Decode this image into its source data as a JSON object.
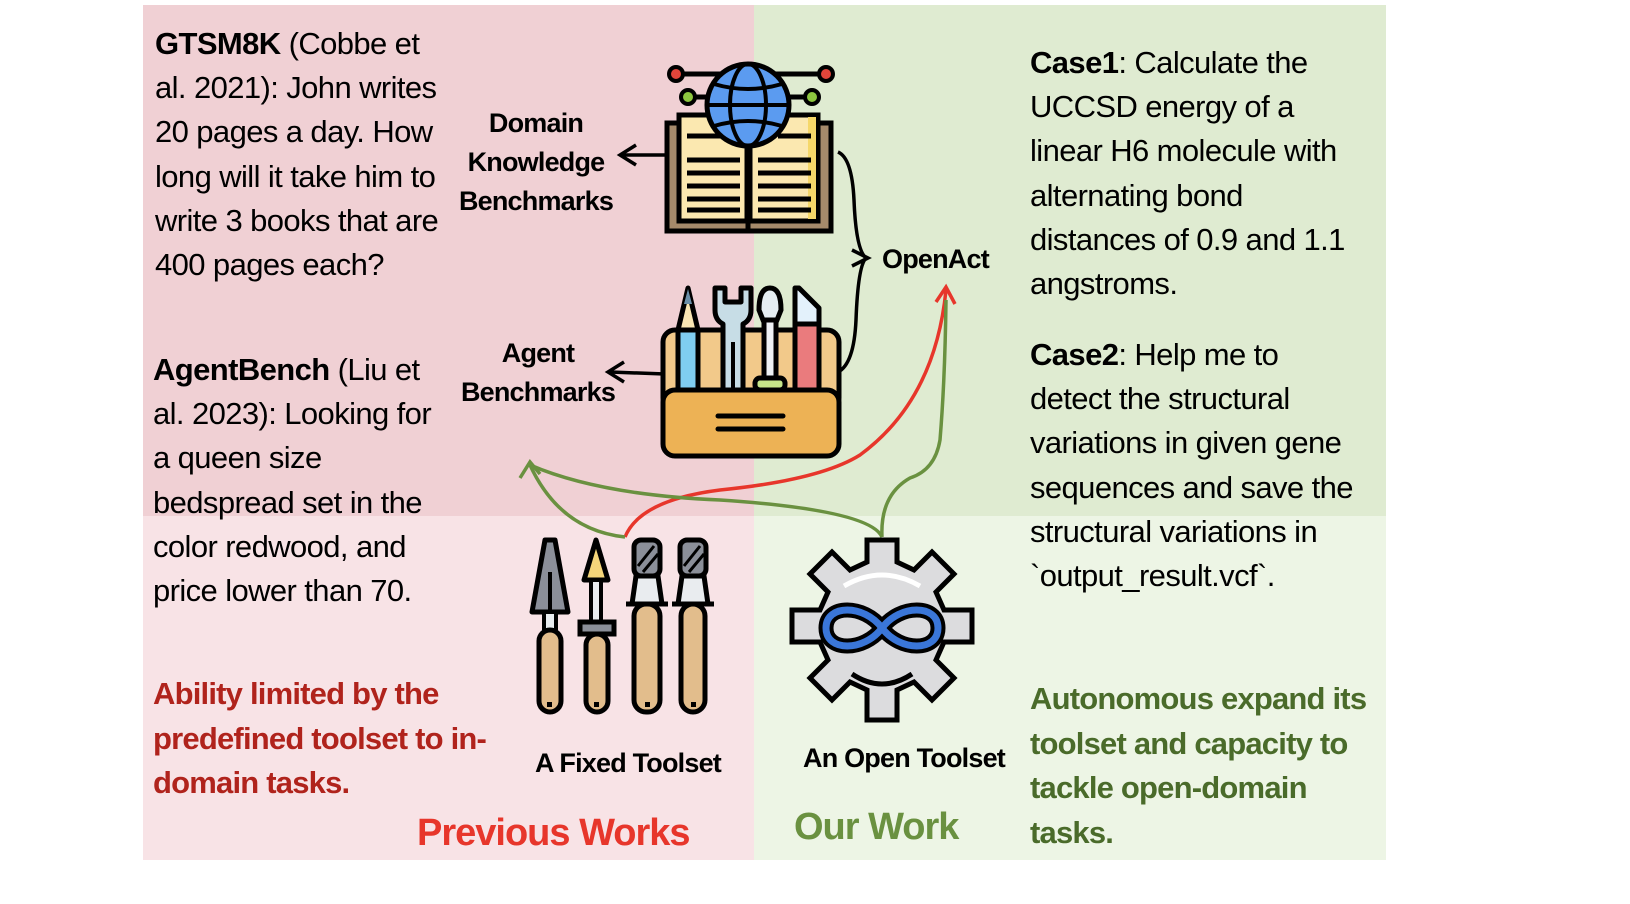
{
  "quadrants": {
    "top_left_color": "#f0d0d4",
    "bottom_left_color": "#f8e3e6",
    "top_right_color": "#dfebd1",
    "bottom_right_color": "#edf5e5"
  },
  "previous_works": {
    "example1": {
      "name": "GTSM8K",
      "citation": " (Cobbe et al. 2021): ",
      "text": "John writes 20 pages a day. How long will it take him to write 3 books that are 400 pages each?"
    },
    "example2": {
      "name": "AgentBench",
      "citation": " (Liu et al. 2023): ",
      "text": "Looking for a queen size bedspread set in the color redwood, and price lower than 70."
    },
    "limitation": "Ability limited by the predefined toolset to in-domain tasks.",
    "toolset_label": "A Fixed Toolset",
    "footer": "Previous Works",
    "footer_color": "#e7362b"
  },
  "benchmarks": {
    "domain_knowledge_label": "Domain Knowledge Benchmarks",
    "agent_label": "Agent Benchmarks"
  },
  "openact_label": "OpenAct",
  "our_work": {
    "case1": {
      "name": "Case1",
      "text": ": Calculate the UCCSD energy of a linear H6 molecule with alternating bond distances of 0.9 and 1.1 angstroms."
    },
    "case2": {
      "name": "Case2",
      "text": ": Help me to detect the structural variations in given gene sequences and save the structural variations in `output_result.vcf`."
    },
    "capability": "Autonomous expand its toolset and capacity to tackle open-domain tasks.",
    "toolset_label": "An Open Toolset",
    "footer": "Our Work",
    "footer_color": "#6a9140"
  },
  "arrow_colors": {
    "black": "#000000",
    "red": "#e7362b",
    "green": "#6a9140"
  }
}
